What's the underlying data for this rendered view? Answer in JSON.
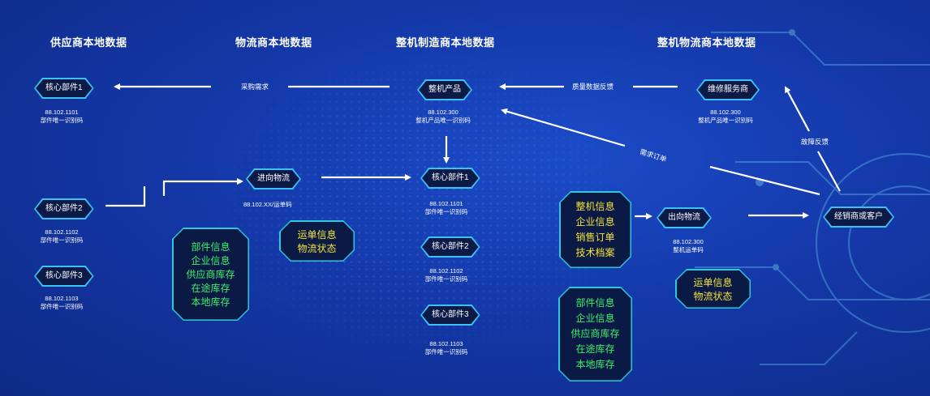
{
  "columns": {
    "supplier": "供应商本地数据",
    "logistics": "物流商本地数据",
    "oem": "整机制造商本地数据",
    "oem_logistics": "整机物流商本地数据"
  },
  "supplier_nodes": [
    {
      "label": "核心部件1",
      "code": "88.102.1101",
      "desc": "部件唯一识别码"
    },
    {
      "label": "核心部件2",
      "code": "88.102.1102",
      "desc": "部件唯一识别码"
    },
    {
      "label": "核心部件3",
      "code": "88.102.1103",
      "desc": "部件唯一识别码"
    }
  ],
  "inbound": {
    "label": "进向物流",
    "code": "88.102.XX/运单码"
  },
  "oem_product": {
    "label": "整机产品",
    "code": "88.102.300",
    "desc": "整机产品唯一识别码"
  },
  "oem_parts": [
    {
      "label": "核心部件1",
      "code": "88.102.1101",
      "desc": "部件唯一识别码"
    },
    {
      "label": "核心部件2",
      "code": "88.102.1102",
      "desc": "部件唯一识别码"
    },
    {
      "label": "核心部件3",
      "code": "88.102.1103",
      "desc": "部件唯一识别码"
    }
  ],
  "service": {
    "label": "维修服务商",
    "code": "88.102.300",
    "desc": "整机产品唯一识别码"
  },
  "outbound": {
    "label": "出向物流",
    "code": "88.102.300",
    "desc": "整机运单码"
  },
  "dealer": {
    "label": "经销商或客户"
  },
  "edge_labels": {
    "purchase": "采购需求",
    "quality": "质量数据反馈",
    "demand": "需求订单",
    "fault": "故障反馈"
  },
  "info_supplier": [
    "部件信息",
    "企业信息",
    "供应商库存",
    "在途库存",
    "本地库存"
  ],
  "info_waybill_left": [
    "运单信息",
    "物流状态"
  ],
  "info_oem_top": [
    "整机信息",
    "企业信息",
    "销售订单",
    "技术档案"
  ],
  "info_oem_bottom": [
    "部件信息",
    "企业信息",
    "供应商库存",
    "在途库存",
    "本地库存"
  ],
  "info_waybill_right": [
    "运单信息",
    "物流状态"
  ],
  "colors": {
    "node_border": "#3cc1f5",
    "info_yellow": "#f3e23a",
    "info_green": "#3df06b",
    "background": "#1438a8"
  }
}
